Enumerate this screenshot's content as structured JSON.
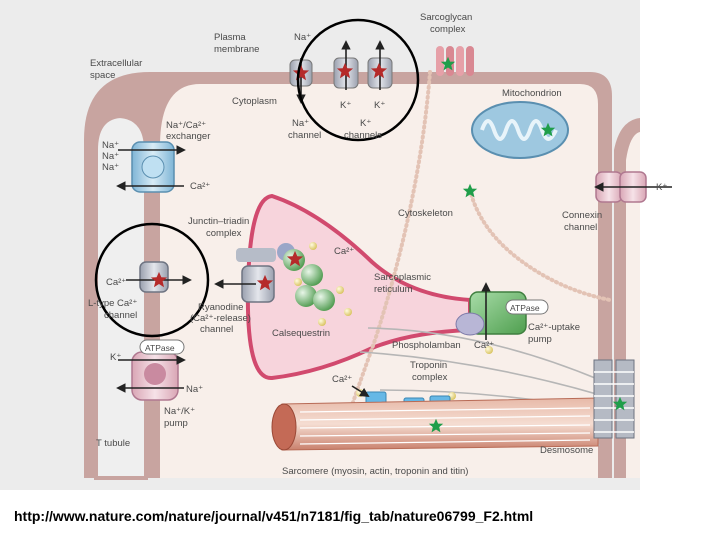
{
  "labels": {
    "plasma_membrane": [
      "Plasma",
      "membrane"
    ],
    "extracellular_space": [
      "Extracellular",
      "space"
    ],
    "cytoplasm": "Cytoplasm",
    "na_ca_exchanger": [
      "Na⁺/Ca²⁺",
      "exchanger"
    ],
    "na_ion_1": "Na⁺",
    "na_ion_2": "Na⁺",
    "na_ion_3": "Na⁺",
    "ca_out": "Ca²⁺",
    "na_top": "Na⁺",
    "na_channel": [
      "Na⁺",
      "channel"
    ],
    "k_left": "K⁺",
    "k_right": "K⁺",
    "k_channels": [
      "K⁺",
      "channels"
    ],
    "sarcoglycan": [
      "Sarcoglycan",
      "complex"
    ],
    "mitochondrion": "Mitochondrion",
    "cytoskeleton": "Cytoskeleton",
    "connexin_k": "K⁺",
    "connexin_channel": [
      "Connexin",
      "channel"
    ],
    "junctin_triadin": [
      "Junctin–triadin",
      "complex"
    ],
    "ca_sr": "Ca²⁺",
    "sarcoplasmic_reticulum": [
      "Sarcoplasmic",
      "reticulum"
    ],
    "ca_ltype": "Ca²⁺",
    "ltype_channel": [
      "L-type Ca²⁺",
      "channel"
    ],
    "ryanodine": [
      "Ryanodine",
      "(Ca²⁺-release)",
      "channel"
    ],
    "calsequestrin": "Calsequestrin",
    "atpase_serca": "ATPase",
    "ca_uptake_pump": [
      "Ca²⁺-uptake",
      "pump"
    ],
    "phospholamban": "Phospholamban",
    "ca_phospholamban": "Ca²⁺",
    "troponin": [
      "Troponin",
      "complex"
    ],
    "ca_troponin": "Ca²⁺",
    "atpase_pump": "ATPase",
    "k_pump": "K⁺",
    "na_pump": "Na⁺",
    "na_k_pump": [
      "Na⁺/K⁺",
      "pump"
    ],
    "t_tubule": "T tubule",
    "desmosome": "Desmosome",
    "sarcomere": "Sarcomere (myosin, actin, troponin and titin)"
  },
  "source_url": "http://www.nature.com/nature/journal/v451/n7181/fig_tab/nature06799_F2.html",
  "colors": {
    "membrane": "#c8a4a0",
    "cytoplasm": "#f8efea",
    "extracellular": "#eeeeee",
    "sr_fill": "#f7d4dc",
    "channel_blue": "#9ec8e0",
    "channel_grey": "#c9ccd6",
    "channel_pink": "#e6c2cc",
    "green_protein": "#7fc27f",
    "star_red": "#b52a2a",
    "star_green": "#1f9e4a",
    "ca_ion": "#f0e08a"
  }
}
